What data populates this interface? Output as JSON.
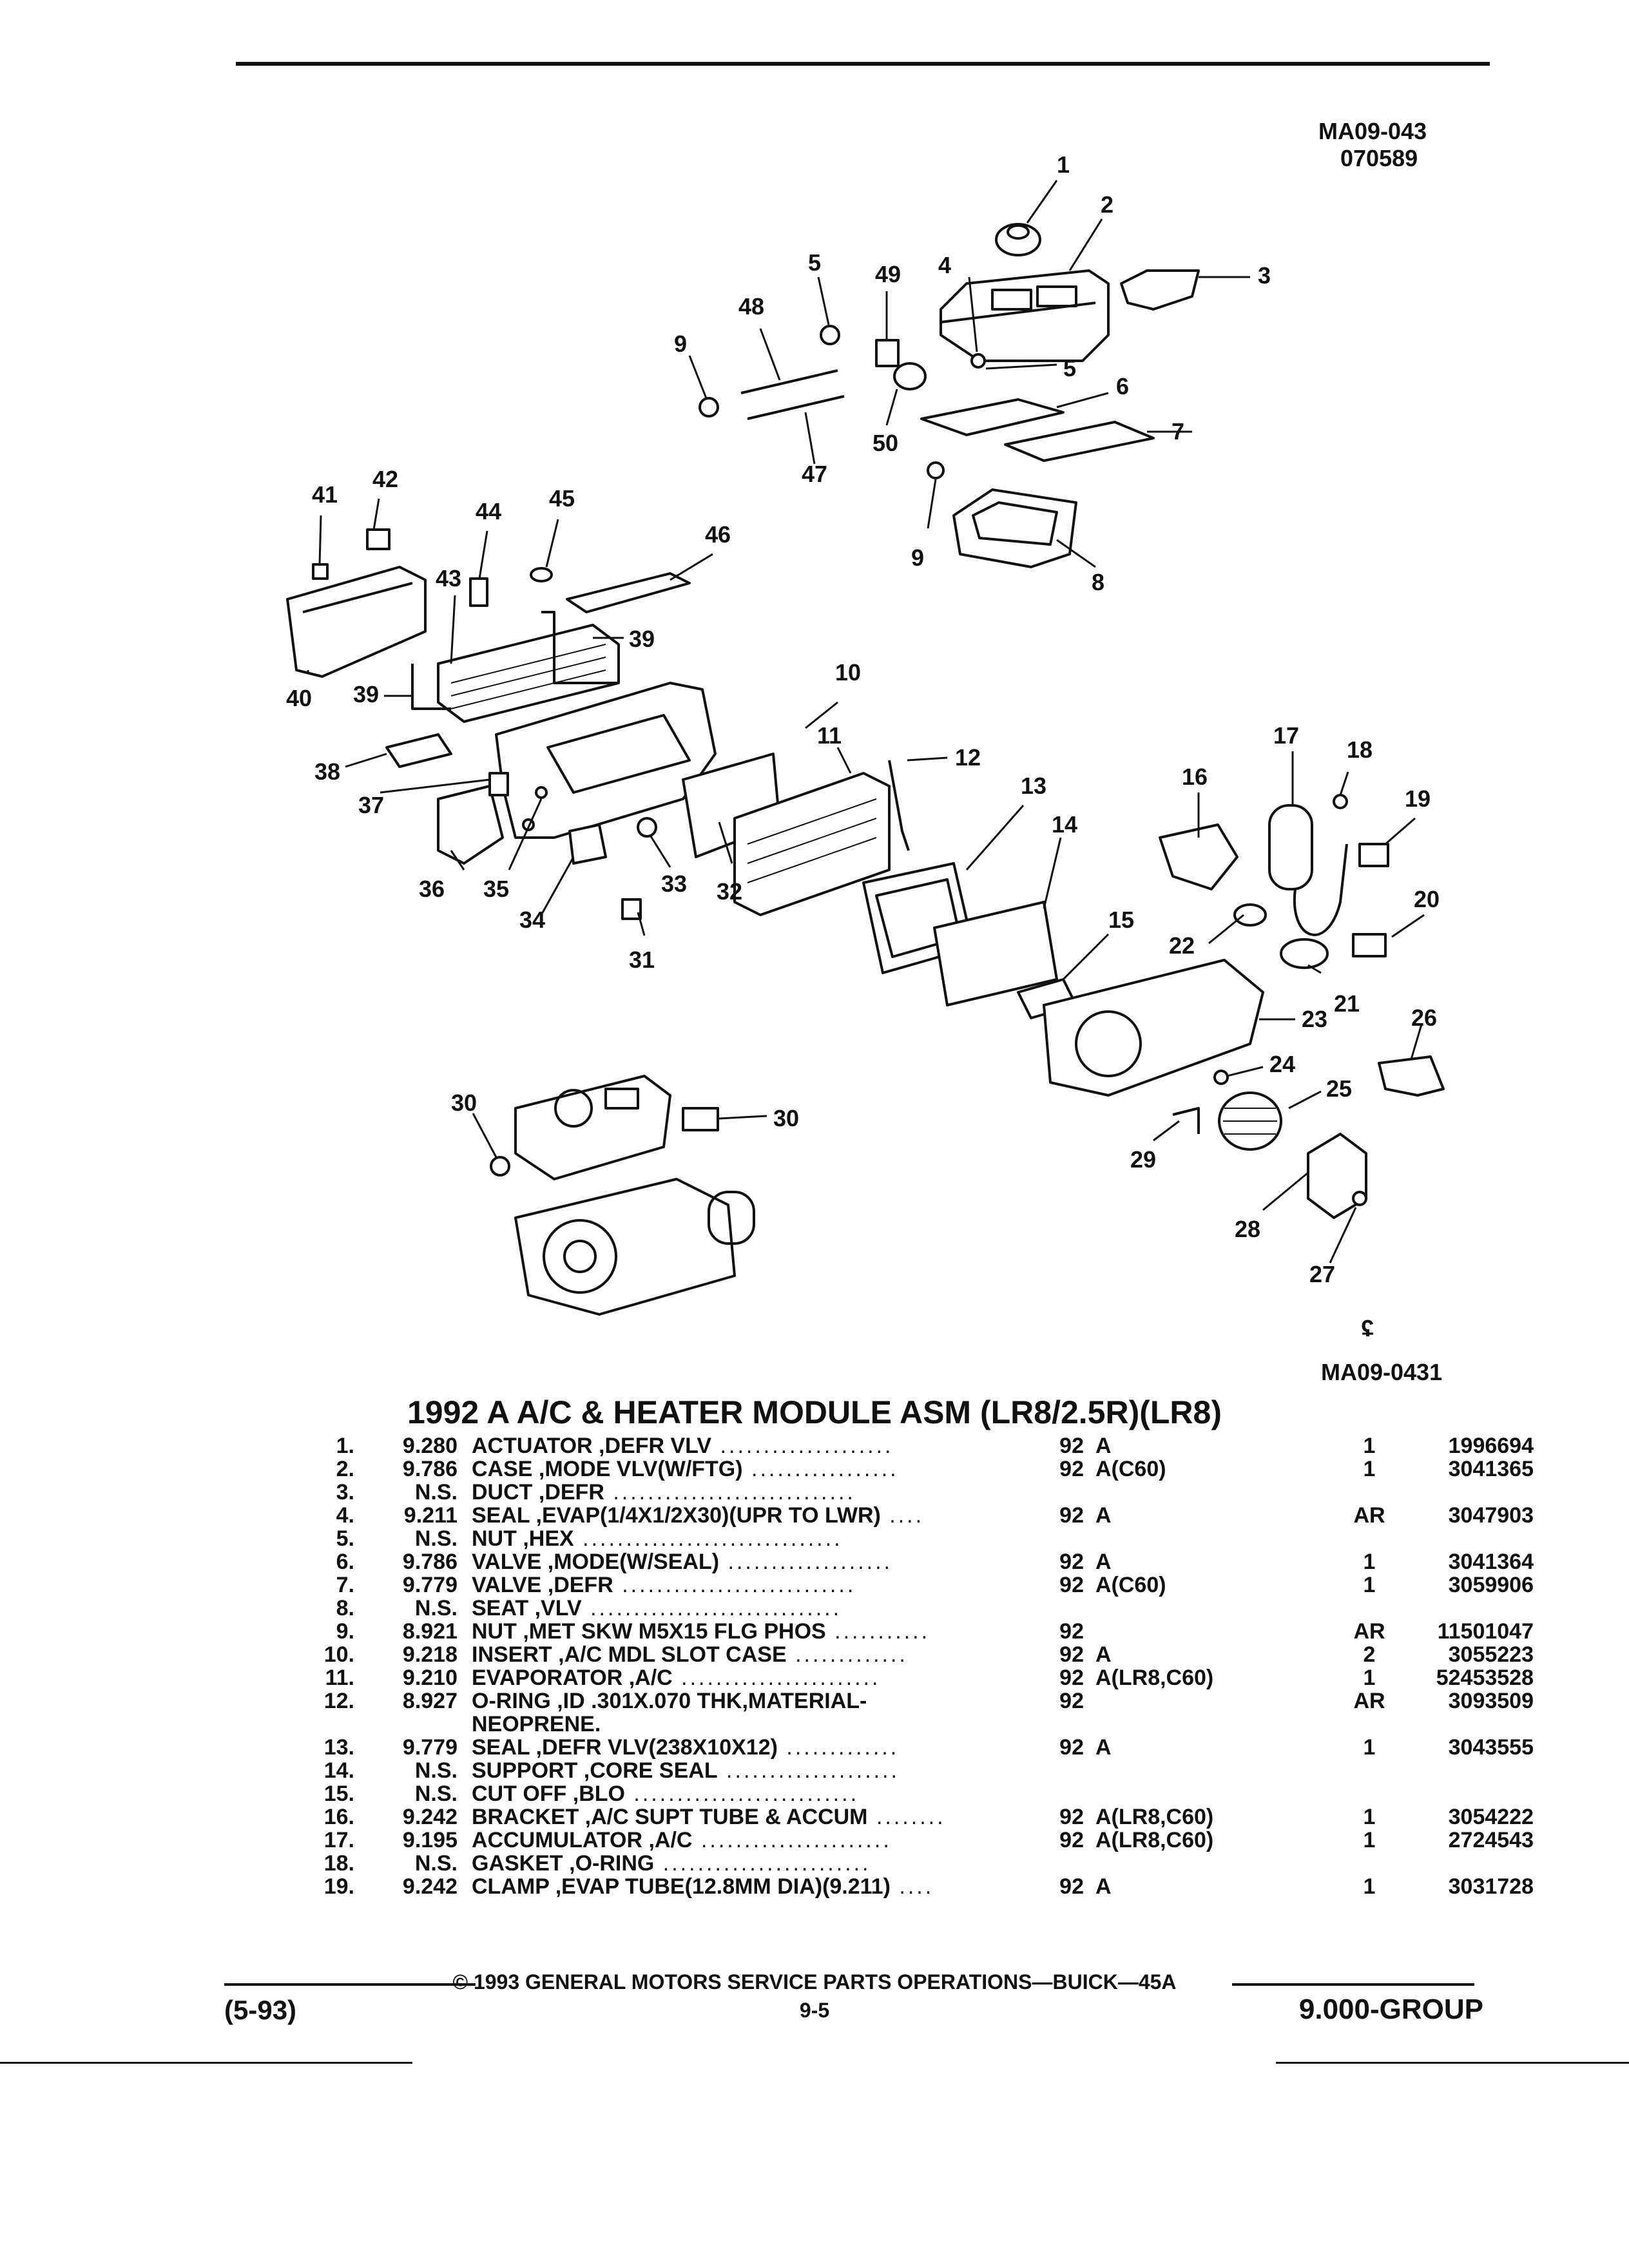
{
  "header": {
    "code1": "MA09-043",
    "code2": "070589"
  },
  "diagram": {
    "callouts": [
      "1",
      "2",
      "3",
      "4",
      "5",
      "5",
      "6",
      "7",
      "8",
      "9",
      "9",
      "10",
      "11",
      "12",
      "13",
      "14",
      "15",
      "16",
      "17",
      "18",
      "19",
      "20",
      "21",
      "22",
      "23",
      "24",
      "25",
      "26",
      "27",
      "28",
      "29",
      "30",
      "30",
      "31",
      "32",
      "33",
      "34",
      "35",
      "36",
      "37",
      "38",
      "39",
      "39",
      "40",
      "41",
      "42",
      "43",
      "44",
      "45",
      "46",
      "47",
      "48",
      "49",
      "50"
    ],
    "bottom_code": "MA09-0431"
  },
  "section": {
    "title": "1992 A A/C & HEATER MODULE ASM (LR8/2.5R)(LR8)",
    "rows": [
      {
        "no": "1.",
        "grp": "9.280",
        "desc": "ACTUATOR ,DEFR VLV",
        "yr": "92",
        "model": "A",
        "qty": "1",
        "part": "1996694"
      },
      {
        "no": "2.",
        "grp": "9.786",
        "desc": "CASE ,MODE VLV(W/FTG)",
        "yr": "92",
        "model": "A(C60)",
        "qty": "1",
        "part": "3041365"
      },
      {
        "no": "3.",
        "grp": "N.S.",
        "desc": "DUCT ,DEFR",
        "yr": "",
        "model": "",
        "qty": "",
        "part": ""
      },
      {
        "no": "4.",
        "grp": "9.211",
        "desc": "SEAL ,EVAP(1/4X1/2X30)(UPR TO LWR)",
        "yr": "92",
        "model": "A",
        "qty": "AR",
        "part": "3047903"
      },
      {
        "no": "5.",
        "grp": "N.S.",
        "desc": "NUT ,HEX",
        "yr": "",
        "model": "",
        "qty": "",
        "part": ""
      },
      {
        "no": "6.",
        "grp": "9.786",
        "desc": "VALVE ,MODE(W/SEAL)",
        "yr": "92",
        "model": "A",
        "qty": "1",
        "part": "3041364"
      },
      {
        "no": "7.",
        "grp": "9.779",
        "desc": "VALVE ,DEFR",
        "yr": "92",
        "model": "A(C60)",
        "qty": "1",
        "part": "3059906"
      },
      {
        "no": "8.",
        "grp": "N.S.",
        "desc": "SEAT ,VLV",
        "yr": "",
        "model": "",
        "qty": "",
        "part": ""
      },
      {
        "no": "9.",
        "grp": "8.921",
        "desc": "NUT ,MET SKW M5X15 FLG PHOS",
        "yr": "92",
        "model": "",
        "qty": "AR",
        "part": "11501047"
      },
      {
        "no": "10.",
        "grp": "9.218",
        "desc": "INSERT ,A/C MDL SLOT CASE",
        "yr": "92",
        "model": "A",
        "qty": "2",
        "part": "3055223"
      },
      {
        "no": "11.",
        "grp": "9.210",
        "desc": "EVAPORATOR ,A/C",
        "yr": "92",
        "model": "A(LR8,C60)",
        "qty": "1",
        "part": "52453528"
      },
      {
        "no": "12.",
        "grp": "8.927",
        "desc": "O-RING ,ID .301X.070 THK,MATERIAL-",
        "yr": "92",
        "model": "",
        "qty": "AR",
        "part": "3093509"
      },
      {
        "no": "",
        "grp": "",
        "desc": "NEOPRENE.",
        "yr": "",
        "model": "",
        "qty": "",
        "part": ""
      },
      {
        "no": "13.",
        "grp": "9.779",
        "desc": "SEAL ,DEFR VLV(238X10X12)",
        "yr": "92",
        "model": "A",
        "qty": "1",
        "part": "3043555"
      },
      {
        "no": "14.",
        "grp": "N.S.",
        "desc": "SUPPORT ,CORE SEAL",
        "yr": "",
        "model": "",
        "qty": "",
        "part": ""
      },
      {
        "no": "15.",
        "grp": "N.S.",
        "desc": "CUT OFF ,BLO",
        "yr": "",
        "model": "",
        "qty": "",
        "part": ""
      },
      {
        "no": "16.",
        "grp": "9.242",
        "desc": "BRACKET ,A/C SUPT TUBE & ACCUM",
        "yr": "92",
        "model": "A(LR8,C60)",
        "qty": "1",
        "part": "3054222"
      },
      {
        "no": "17.",
        "grp": "9.195",
        "desc": "ACCUMULATOR ,A/C",
        "yr": "92",
        "model": "A(LR8,C60)",
        "qty": "1",
        "part": "2724543"
      },
      {
        "no": "18.",
        "grp": "N.S.",
        "desc": "GASKET ,O-RING",
        "yr": "",
        "model": "",
        "qty": "",
        "part": ""
      },
      {
        "no": "19.",
        "grp": "9.242",
        "desc": "CLAMP ,EVAP TUBE(12.8MM DIA)(9.211)",
        "yr": "92",
        "model": "A",
        "qty": "1",
        "part": "3031728"
      }
    ]
  },
  "footer": {
    "copyright": "© 1993 GENERAL MOTORS SERVICE PARTS OPERATIONS—BUICK—45A",
    "date": "(5-93)",
    "page": "9-5",
    "group": "9.000-GROUP"
  }
}
